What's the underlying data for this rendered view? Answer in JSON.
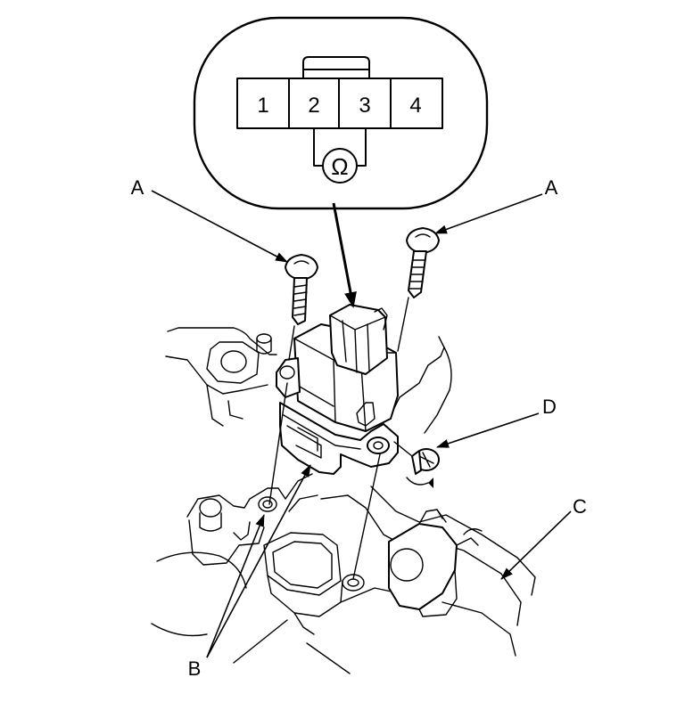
{
  "connector_view": {
    "pins": [
      "1",
      "2",
      "3",
      "4"
    ],
    "meter_symbol": "Ω"
  },
  "callouts": {
    "screw_left": "A",
    "screw_right": "A",
    "switch_mount": "B",
    "shift_lever": "C",
    "clip": "D"
  }
}
